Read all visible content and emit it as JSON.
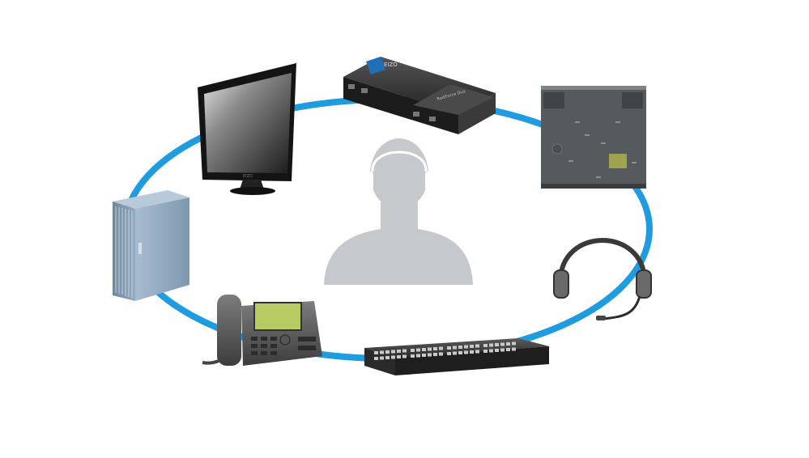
{
  "diagram": {
    "ring_color": "#1f9be0",
    "nodes": [
      {
        "id": "monitor",
        "icon": "monitor-icon",
        "label": "EIZO"
      },
      {
        "id": "kvm-box",
        "icon": "kvm-extender-icon",
        "label": "EIZO",
        "sublabel": "RadiForce Duo"
      },
      {
        "id": "screen",
        "icon": "atc-display-icon"
      },
      {
        "id": "headset",
        "icon": "headset-icon"
      },
      {
        "id": "switch",
        "icon": "network-switch-icon"
      },
      {
        "id": "phone",
        "icon": "desk-phone-icon"
      },
      {
        "id": "server",
        "icon": "server-rack-icon"
      }
    ],
    "center": {
      "icon": "operator-silhouette-icon"
    }
  }
}
